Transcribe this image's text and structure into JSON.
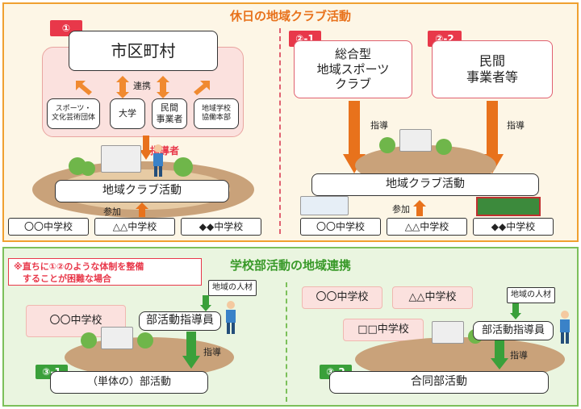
{
  "top": {
    "title": "休日の地域クラブ活動",
    "tag1": "①",
    "tag21": "②-1",
    "tag22": "②-2",
    "municipality": "市区町村",
    "link_label": "連携",
    "partners": [
      "スポーツ・\n文化芸術団体",
      "大学",
      "民間\n事業者",
      "地域学校\n協働本部"
    ],
    "instructor_label": "指導者",
    "club_activity": "地域クラブ活動",
    "participate": "参加",
    "schools": [
      "〇〇中学校",
      "△△中学校",
      "◆◆中学校"
    ],
    "sports_club": "総合型\n地域スポーツ\nクラブ",
    "private_biz": "民間\n事業者等",
    "guide": "指導"
  },
  "bottom": {
    "title": "学校部活動の地域連携",
    "note": "※直ちに①②のような体制を整備\n　することが困難な場合",
    "tag31": "③-1",
    "tag32": "③-2",
    "local_talent": "地域の人材",
    "school_a": "〇〇中学校",
    "club_coach": "部活動指導員",
    "guide": "指導",
    "single_club": "（単体の）部活動",
    "school_b": "〇〇中学校",
    "school_c": "△△中学校",
    "school_d": "□□中学校",
    "joint_club": "合同部活動"
  },
  "colors": {
    "orange": "#e8721c",
    "red": "#e8384a",
    "green": "#3aa03a",
    "pink": "#fbe1de"
  }
}
